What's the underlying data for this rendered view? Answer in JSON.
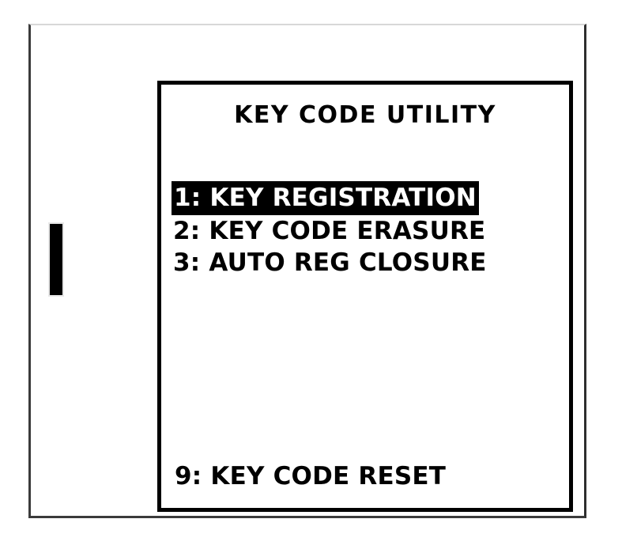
{
  "screen": {
    "title": "KEY CODE UTILITY",
    "device_type": "handheld-diagnostic-display",
    "colors": {
      "background": "#ffffff",
      "foreground": "#000000",
      "highlight_background": "#000000",
      "highlight_foreground": "#ffffff",
      "bezel_border": "#3b3b3b"
    }
  },
  "menu": {
    "items": [
      {
        "key": "1",
        "label": "1: KEY REGISTRATION",
        "selected": true
      },
      {
        "key": "2",
        "label": "2: KEY CODE ERASURE",
        "selected": false
      },
      {
        "key": "3",
        "label": "3: AUTO REG CLOSURE",
        "selected": false
      }
    ],
    "footer": {
      "key": "9",
      "label": "9: KEY CODE RESET",
      "selected": false
    }
  },
  "indicator": {
    "name": "left-side-bar",
    "color": "#000000"
  }
}
